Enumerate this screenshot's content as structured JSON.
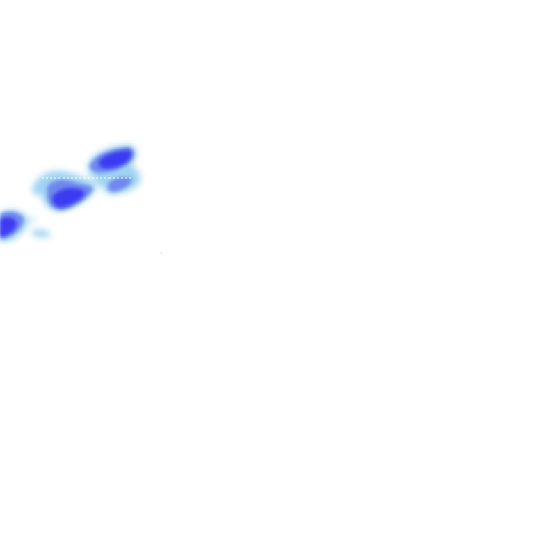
{
  "map": {
    "type": "precipitation-radar-overlay",
    "background_color": "#ffffff",
    "colors": {
      "light_precip": "#9fd3f2",
      "moderate_precip": "#6f87f0",
      "heavy_precip": "#3a3af2",
      "dashed_line": "#ffffff"
    },
    "layers": [
      "light-precip-layer",
      "moderate-precip-layer",
      "heavy-precip-layer",
      "dashed-line-overlay"
    ]
  }
}
